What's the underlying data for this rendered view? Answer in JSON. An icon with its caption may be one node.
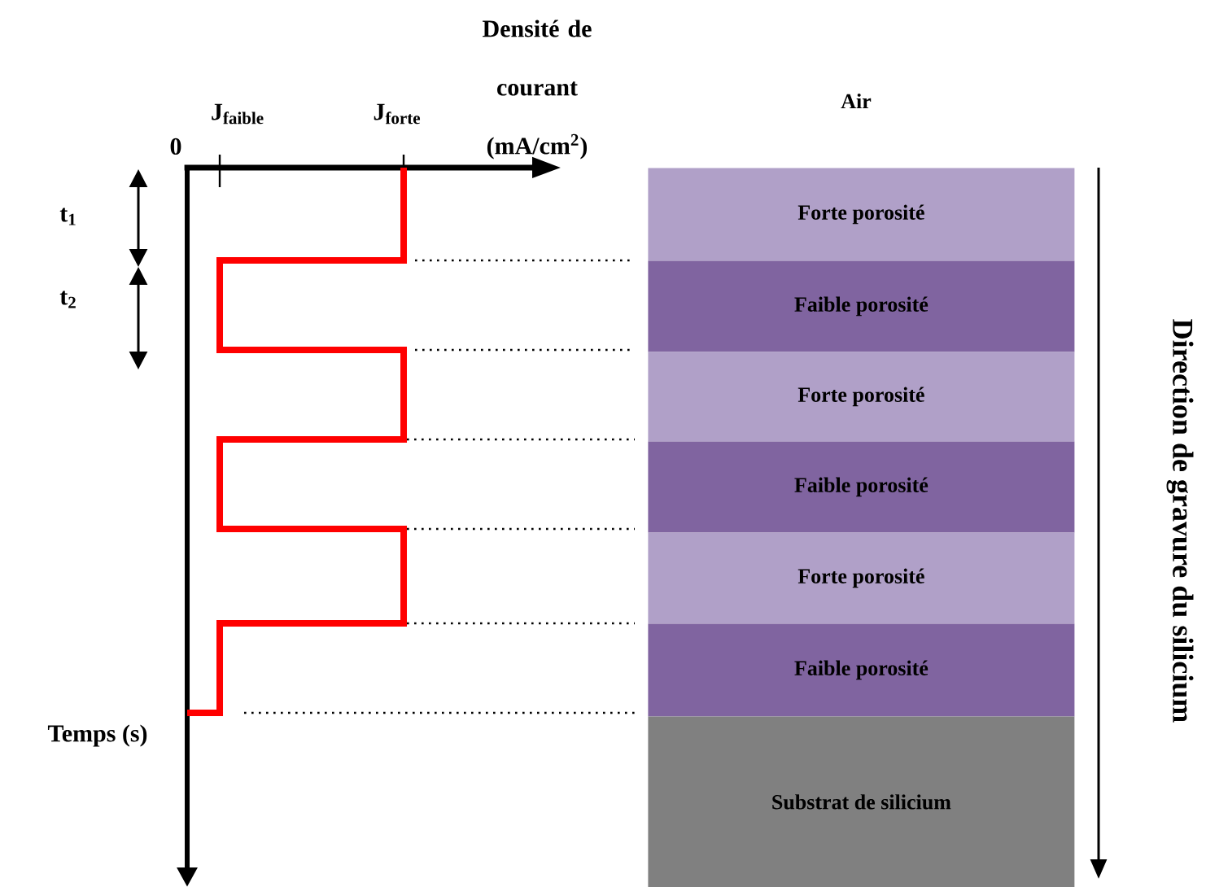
{
  "diagram": {
    "nodes": [
      {
        "text": [
          "Forte porosité"
        ]
      },
      {
        "text": [
          "Faible porosité"
        ]
      },
      {
        "text": [
          "Forte porosité"
        ]
      },
      {
        "text": [
          "Faible porosité"
        ]
      },
      {
        "text": [
          "Forte porosité"
        ]
      },
      {
        "text": [
          "Faible porosité"
        ]
      },
      {
        "text": [
          "Substrat de silicium"
        ]
      }
    ],
    "labels": [
      "Densité de courant (mA/cm$^{2}$)",
      "Air",
      "0",
      "J$_{faible}$",
      "J$_{forte}$",
      "t$_{1}$",
      "t$_{2}$",
      "Temps (s)",
      "Direction de gravure du silicium"
    ]
  }
}
